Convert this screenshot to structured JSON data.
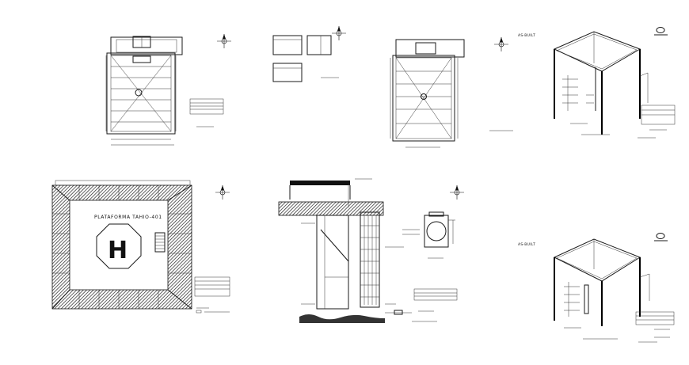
{
  "drawing": {
    "platform_title": "PLATAFORMA TAHIO-401",
    "helipad_letter": "H",
    "as_built_tags": [
      "AS-BUILT",
      "AS-BUILT"
    ]
  },
  "colors": {
    "ink": "#111111",
    "background": "#ffffff"
  },
  "icons": [
    "north-arrow-icon",
    "company-logo-icon"
  ]
}
